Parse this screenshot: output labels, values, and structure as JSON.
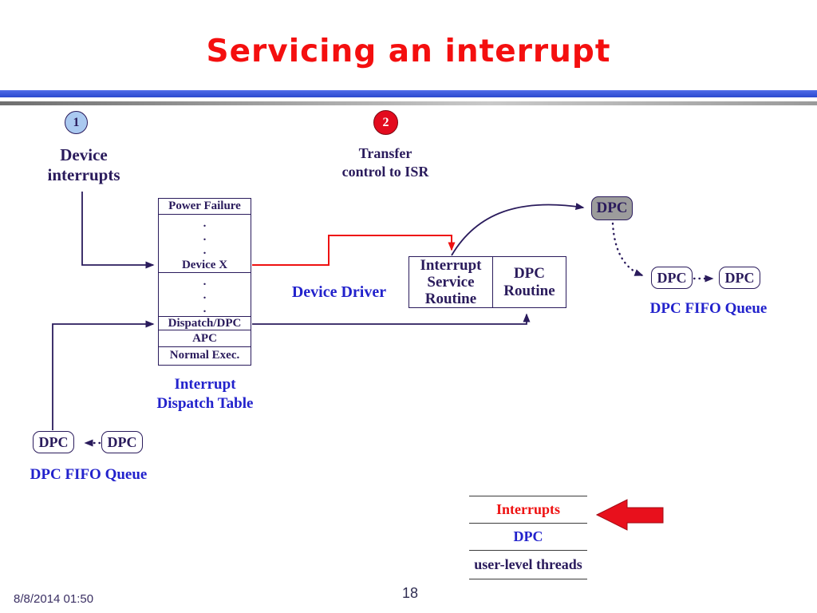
{
  "colors": {
    "navy_ink": "#2a1b5c",
    "blue_label": "#2222cc",
    "title_red": "#f40f0f",
    "line_red": "#ee1111",
    "badge1_fill": "#aac9f0",
    "badge2_fill": "#e30b1e",
    "dpc_pending_fill": "#9c9c9c",
    "header_bar_blue": "#2b49cf",
    "header_bar_gray": "#9a9a9a"
  },
  "slide": {
    "title": "Servicing an interrupt",
    "page_number": "18",
    "footer_datetime": "8/8/2014   01:50"
  },
  "steps": {
    "step1": {
      "number": "1",
      "label": "Device\ninterrupts"
    },
    "step2": {
      "number": "2",
      "label": "Transfer\ncontrol to ISR"
    }
  },
  "dispatch_table": {
    "caption": "Interrupt\nDispatch Table",
    "dots": ".\n.\n.",
    "rows": [
      "Power Failure",
      "Device X",
      "Dispatch/DPC",
      "APC",
      "Normal Exec."
    ]
  },
  "device_driver_label": "Device Driver",
  "isr_box": {
    "left_cell": "Interrupt\nService\nRoutine",
    "right_cell": "DPC\nRoutine"
  },
  "dpc_pending": {
    "label": "DPC"
  },
  "queue_right": {
    "items": [
      "DPC",
      "DPC"
    ],
    "caption": "DPC FIFO Queue"
  },
  "queue_left": {
    "items": [
      "DPC",
      "DPC"
    ],
    "caption": "DPC FIFO Queue"
  },
  "thread_levels": {
    "rows": [
      {
        "label": "Interrupts"
      },
      {
        "label": "DPC"
      },
      {
        "label": "user-level threads"
      }
    ]
  }
}
